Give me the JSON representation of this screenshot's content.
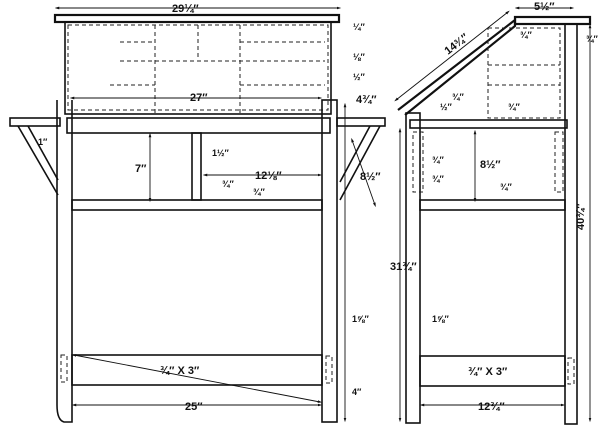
{
  "drawing": {
    "front_view": {
      "overall_top_width": "29¼″",
      "top_overhang": "¼″",
      "side_thickness": "⅛″",
      "shelf_setback": "½″",
      "cabinet_depth": "4¾″",
      "cabinet_inner_width": "27″",
      "leg_inset": "1″",
      "upper_rail": "1½″",
      "drawer_height": "7″",
      "drawer_width": "12⅛″",
      "divider_thickness": "¾″",
      "apron_thickness": "¾″",
      "brace_length": "8½″",
      "leg_height": "31¾″",
      "leg_width": "1⅝″",
      "stretcher_size": "¾″ X 3″",
      "leg_span": "25″",
      "stretcher_height": "4″"
    },
    "side_view": {
      "lid_length": "14¾″",
      "top_width": "5½″",
      "top_thickness": "¾″",
      "back_top": "¾″",
      "lid_thickness_a": "½″",
      "lid_thickness_b": "¾″",
      "shelf_thickness": "¾″",
      "drawer_runner_a": "¾″",
      "drawer_runner_b": "¾″",
      "desk_height": "8½″",
      "bottom_rail": "¾″",
      "overall_height": "40¾″",
      "leg_width": "1⅝″",
      "stretcher_size": "¾″ X 3″",
      "leg_span": "12¾″"
    }
  }
}
